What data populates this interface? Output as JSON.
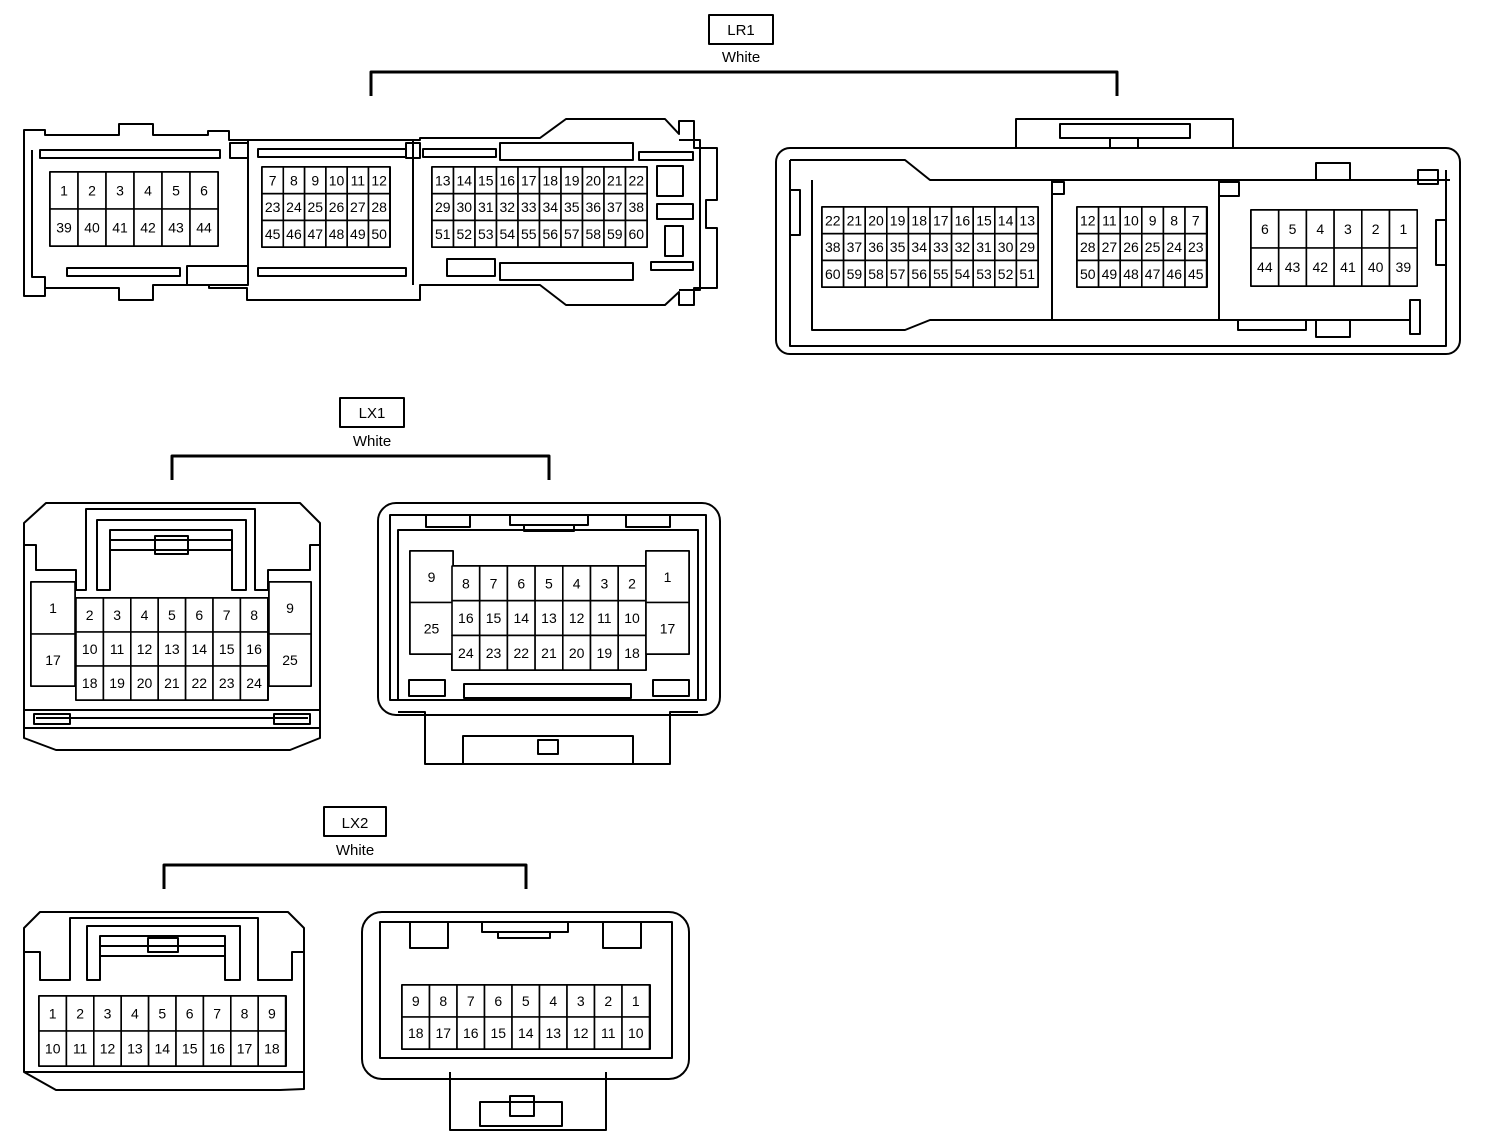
{
  "line_color": "#000000",
  "background": "#ffffff",
  "groups": [
    {
      "id": "LR1",
      "name": "LR1",
      "color_label": "White"
    },
    {
      "id": "LX1",
      "name": "LX1",
      "color_label": "White"
    },
    {
      "id": "LX2",
      "name": "LX2",
      "color_label": "White"
    }
  ],
  "pin_grids": {
    "lr1_a1": [
      [
        "1",
        "2",
        "3",
        "4",
        "5",
        "6"
      ],
      [
        "39",
        "40",
        "41",
        "42",
        "43",
        "44"
      ]
    ],
    "lr1_a2": [
      [
        "7",
        "8",
        "9",
        "10",
        "11",
        "12"
      ],
      [
        "23",
        "24",
        "25",
        "26",
        "27",
        "28"
      ],
      [
        "45",
        "46",
        "47",
        "48",
        "49",
        "50"
      ]
    ],
    "lr1_a3": [
      [
        "13",
        "14",
        "15",
        "16",
        "17",
        "18",
        "19",
        "20",
        "21",
        "22"
      ],
      [
        "29",
        "30",
        "31",
        "32",
        "33",
        "34",
        "35",
        "36",
        "37",
        "38"
      ],
      [
        "51",
        "52",
        "53",
        "54",
        "55",
        "56",
        "57",
        "58",
        "59",
        "60"
      ]
    ],
    "lr1_b1": [
      [
        "22",
        "21",
        "20",
        "19",
        "18",
        "17",
        "16",
        "15",
        "14",
        "13"
      ],
      [
        "38",
        "37",
        "36",
        "35",
        "34",
        "33",
        "32",
        "31",
        "30",
        "29"
      ],
      [
        "60",
        "59",
        "58",
        "57",
        "56",
        "55",
        "54",
        "53",
        "52",
        "51"
      ]
    ],
    "lr1_b2": [
      [
        "12",
        "11",
        "10",
        "9",
        "8",
        "7"
      ],
      [
        "28",
        "27",
        "26",
        "25",
        "24",
        "23"
      ],
      [
        "50",
        "49",
        "48",
        "47",
        "46",
        "45"
      ]
    ],
    "lr1_b3": [
      [
        "6",
        "5",
        "4",
        "3",
        "2",
        "1"
      ],
      [
        "44",
        "43",
        "42",
        "41",
        "40",
        "39"
      ]
    ],
    "lx1_a_left": [
      [
        "1"
      ],
      [
        "17"
      ]
    ],
    "lx1_a_mid": [
      [
        "2",
        "3",
        "4",
        "5",
        "6",
        "7",
        "8"
      ],
      [
        "10",
        "11",
        "12",
        "13",
        "14",
        "15",
        "16"
      ],
      [
        "18",
        "19",
        "20",
        "21",
        "22",
        "23",
        "24"
      ]
    ],
    "lx1_a_right": [
      [
        "9"
      ],
      [
        "25"
      ]
    ],
    "lx1_b_left": [
      [
        "9"
      ],
      [
        "25"
      ]
    ],
    "lx1_b_mid": [
      [
        "8",
        "7",
        "6",
        "5",
        "4",
        "3",
        "2"
      ],
      [
        "16",
        "15",
        "14",
        "13",
        "12",
        "11",
        "10"
      ],
      [
        "24",
        "23",
        "22",
        "21",
        "20",
        "19",
        "18"
      ]
    ],
    "lx1_b_right": [
      [
        "1"
      ],
      [
        "17"
      ]
    ],
    "lx2_a": [
      [
        "1",
        "2",
        "3",
        "4",
        "5",
        "6",
        "7",
        "8",
        "9"
      ],
      [
        "10",
        "11",
        "12",
        "13",
        "14",
        "15",
        "16",
        "17",
        "18"
      ]
    ],
    "lx2_b": [
      [
        "9",
        "8",
        "7",
        "6",
        "5",
        "4",
        "3",
        "2",
        "1"
      ],
      [
        "18",
        "17",
        "16",
        "15",
        "14",
        "13",
        "12",
        "11",
        "10"
      ]
    ]
  }
}
